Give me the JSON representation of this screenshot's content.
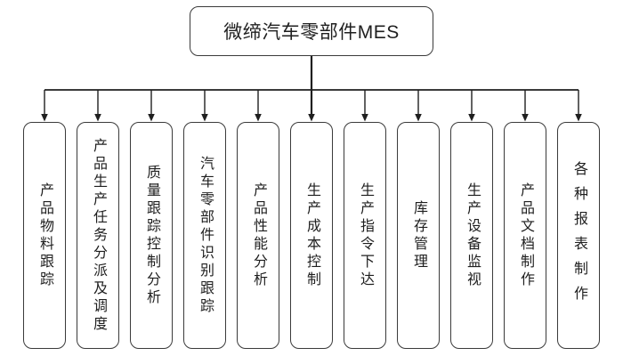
{
  "diagram": {
    "root": {
      "label": "微缔汽车零部件MES"
    },
    "children": [
      {
        "label": "产品物料跟踪"
      },
      {
        "label": "产品生产任务分派及调度"
      },
      {
        "label": "质量跟踪控制分析"
      },
      {
        "label": "汽车零部件识别跟踪"
      },
      {
        "label": "产品性能分析"
      },
      {
        "label": "生产成本控制"
      },
      {
        "label": "生产指令下达"
      },
      {
        "label": "库存管理"
      },
      {
        "label": "生产设备监视"
      },
      {
        "label": "产品文档制作"
      },
      {
        "label": "各种报表制作"
      }
    ]
  },
  "colors": {
    "background": "#ffffff",
    "box_border": "#3a3a3a",
    "connector_line": "#1f1f1f",
    "text": "#1f1f1f"
  }
}
